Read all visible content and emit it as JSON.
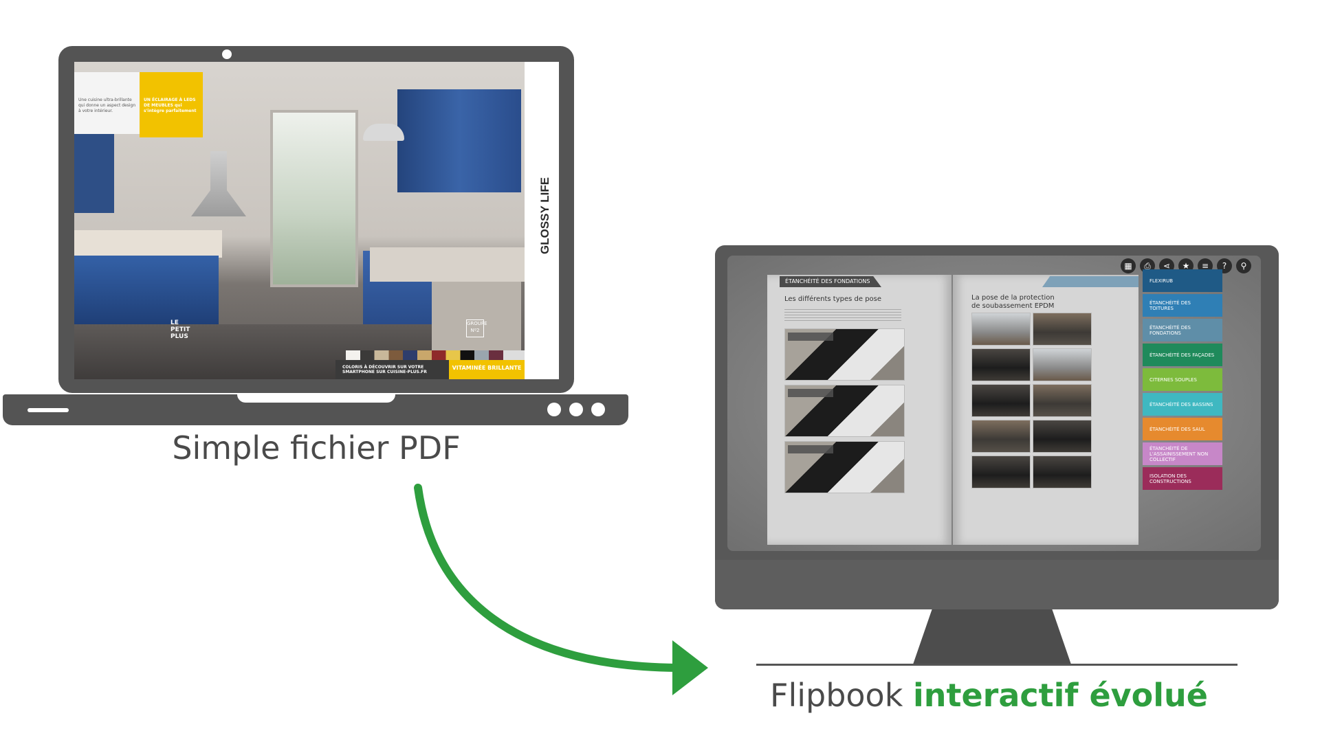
{
  "laptop": {
    "caption": "Simple fichier PDF",
    "page": {
      "title": "GLOSSY LIFE",
      "info_text": "Une cuisine ultra-brillante qui donne un aspect design à votre intérieur.",
      "yellow_text": "UN ÉCLAIRAGE À LEDS DE MEUBLES qui s'intègre parfaitement",
      "petit_plus": "LE PETIT PLUS",
      "groupe": "GROUPE Nº2",
      "colors_text": "COLORIS À DÉCOUVRIR SUR VOTRE SMARTPHONE SUR CUISINE-PLUS.FR",
      "finish_label": "VITAMINÉE BRILLANTE"
    }
  },
  "monitor": {
    "caption_plain": "Flipbook ",
    "caption_accent": "interactif évolué",
    "toolbar": [
      {
        "icon": "grid-icon",
        "glyph": "▦"
      },
      {
        "icon": "print-icon",
        "glyph": "⎙"
      },
      {
        "icon": "share-icon",
        "glyph": "⋖"
      },
      {
        "icon": "star-icon",
        "glyph": "★"
      },
      {
        "icon": "menu-icon",
        "glyph": "≡"
      },
      {
        "icon": "help-icon",
        "glyph": "?"
      },
      {
        "icon": "search-icon",
        "glyph": "⚲"
      }
    ],
    "book": {
      "section_title": "ÉTANCHÉITÉ DES FONDATIONS",
      "left_heading": "Les différents types de pose",
      "right_heading": "La pose de la protection\nde soubassement EPDM"
    },
    "menu": [
      {
        "label": "FLEXIRUB",
        "color": "#1f5a86"
      },
      {
        "label": "ÉTANCHÉITÉ DES TOITURES",
        "color": "#2f7fb5"
      },
      {
        "label": "ÉTANCHÉITÉ DES FONDATIONS",
        "color": "#5f8ea8"
      },
      {
        "label": "ÉTANCHÉITÉ DES FAÇADES",
        "color": "#1f8a5b"
      },
      {
        "label": "CITERNES SOUPLES",
        "color": "#7dbb3c"
      },
      {
        "label": "ÉTANCHÉITÉ DES BASSINS",
        "color": "#3fb8c1"
      },
      {
        "label": "ÉTANCHÉITÉ DES SAUL",
        "color": "#e68a2e"
      },
      {
        "label": "ÉTANCHÉITÉ DE L'ASSAINISSEMENT NON COLLECTIF",
        "color": "#c787c8"
      },
      {
        "label": "ISOLATION DES CONSTRUCTIONS",
        "color": "#9b2c5a"
      }
    ]
  },
  "colors": {
    "device_gray": "#545454",
    "arrow_green": "#2e9e3e",
    "caption_gray": "#4a4a4a"
  }
}
